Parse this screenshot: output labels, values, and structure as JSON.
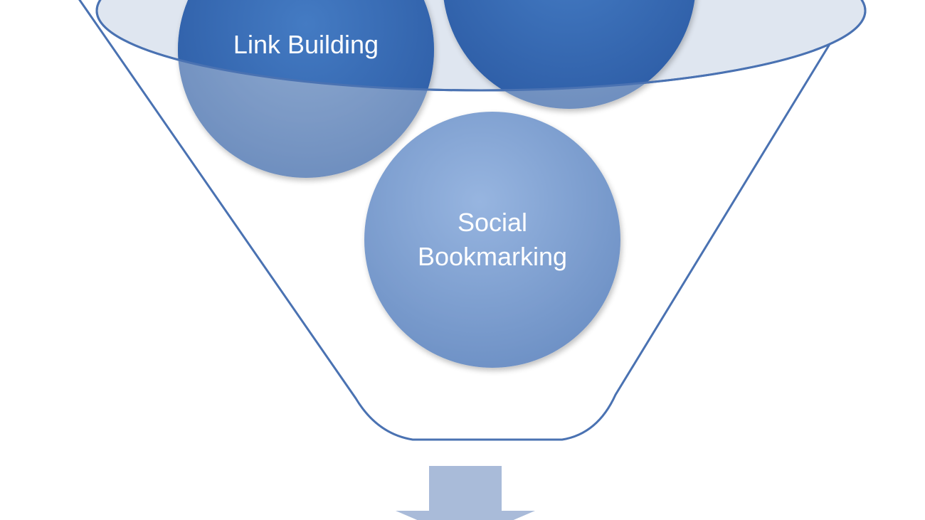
{
  "diagram": {
    "circles": [
      {
        "id": "link-building",
        "label_lines": [
          "Link Building"
        ]
      },
      {
        "id": "top-right",
        "label_lines": []
      },
      {
        "id": "social-bookmarking",
        "label_lines": [
          "Social",
          "Bookmarking"
        ]
      }
    ]
  },
  "colors": {
    "outline": "#4a72b2",
    "rim_fill": "#dfe6f0",
    "circle_dark": "#3a6fb8",
    "circle_light": "#7f9dc6",
    "circle_social": "#88a8d6",
    "arrow": "#a9bbd9"
  }
}
